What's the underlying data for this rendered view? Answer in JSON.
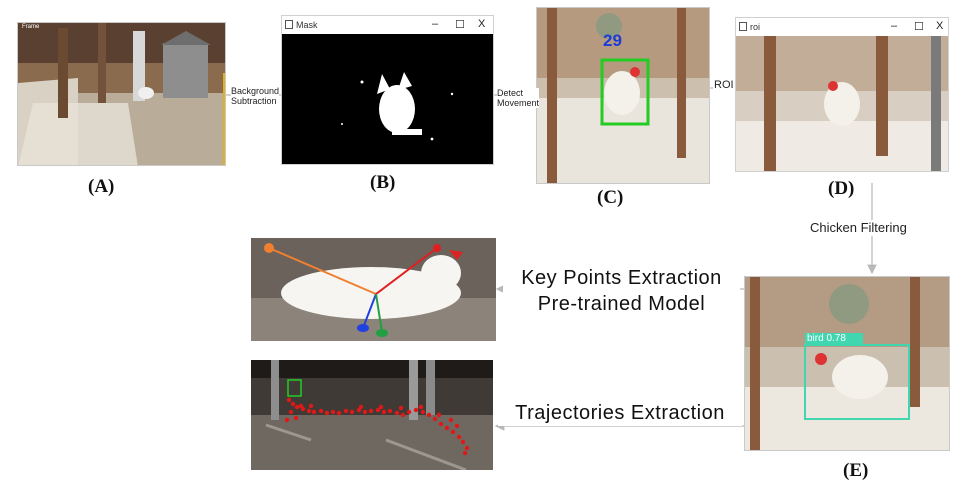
{
  "panels": {
    "a": {
      "caption": "(A)",
      "window_title": "Frame"
    },
    "b": {
      "caption": "(B)",
      "window_title": "Mask",
      "controls": [
        "–",
        "☐",
        "X"
      ]
    },
    "c": {
      "caption": "(C)",
      "track_id": "29"
    },
    "d": {
      "caption": "(D)",
      "window_title": "roi",
      "controls": [
        "–",
        "☐",
        "X"
      ]
    },
    "e": {
      "caption": "(E)",
      "detection_label": "bird 0.78"
    }
  },
  "flow": {
    "background_subtraction": [
      "Background",
      "Subtraction"
    ],
    "detect_movement": [
      "Detect",
      "Movement"
    ],
    "roi": "ROI",
    "chicken_filtering": "Chicken Filtering",
    "key_points": [
      "Key Points Extraction",
      "Pre-trained Model"
    ],
    "trajectories": "Trajectories Extraction"
  },
  "colors": {
    "detection_box": "#22cc22",
    "track_id": "#1b3bd6",
    "yolo_box": "#3fd6b0",
    "trajectory_points": "#e01818",
    "arrow": "#b8b8b8"
  }
}
